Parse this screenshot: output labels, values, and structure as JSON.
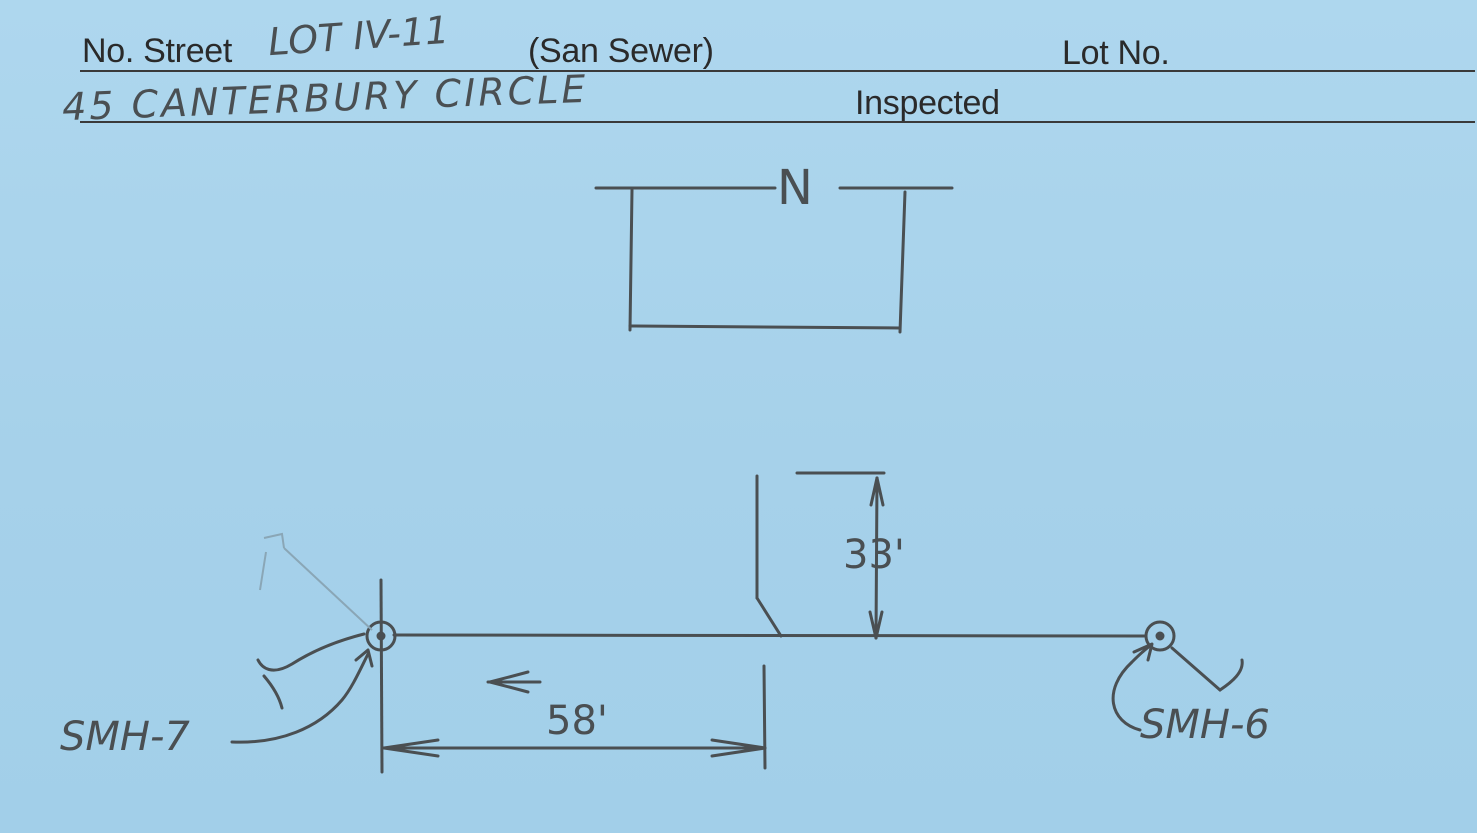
{
  "form": {
    "no_street_label": "No. Street",
    "lot_no_label": "Lot No.",
    "inspected_label": "Inspected"
  },
  "entries": {
    "lot_ref": "LOT IV-11",
    "service_type": "(San Sewer)",
    "address": "45 CANTERBURY CIRCLE"
  },
  "sketch": {
    "north_label": "N",
    "manhole_left": "SMH-7",
    "manhole_right": "SMH-6",
    "distance_along_main": "58'",
    "riser_offset": "33'"
  }
}
